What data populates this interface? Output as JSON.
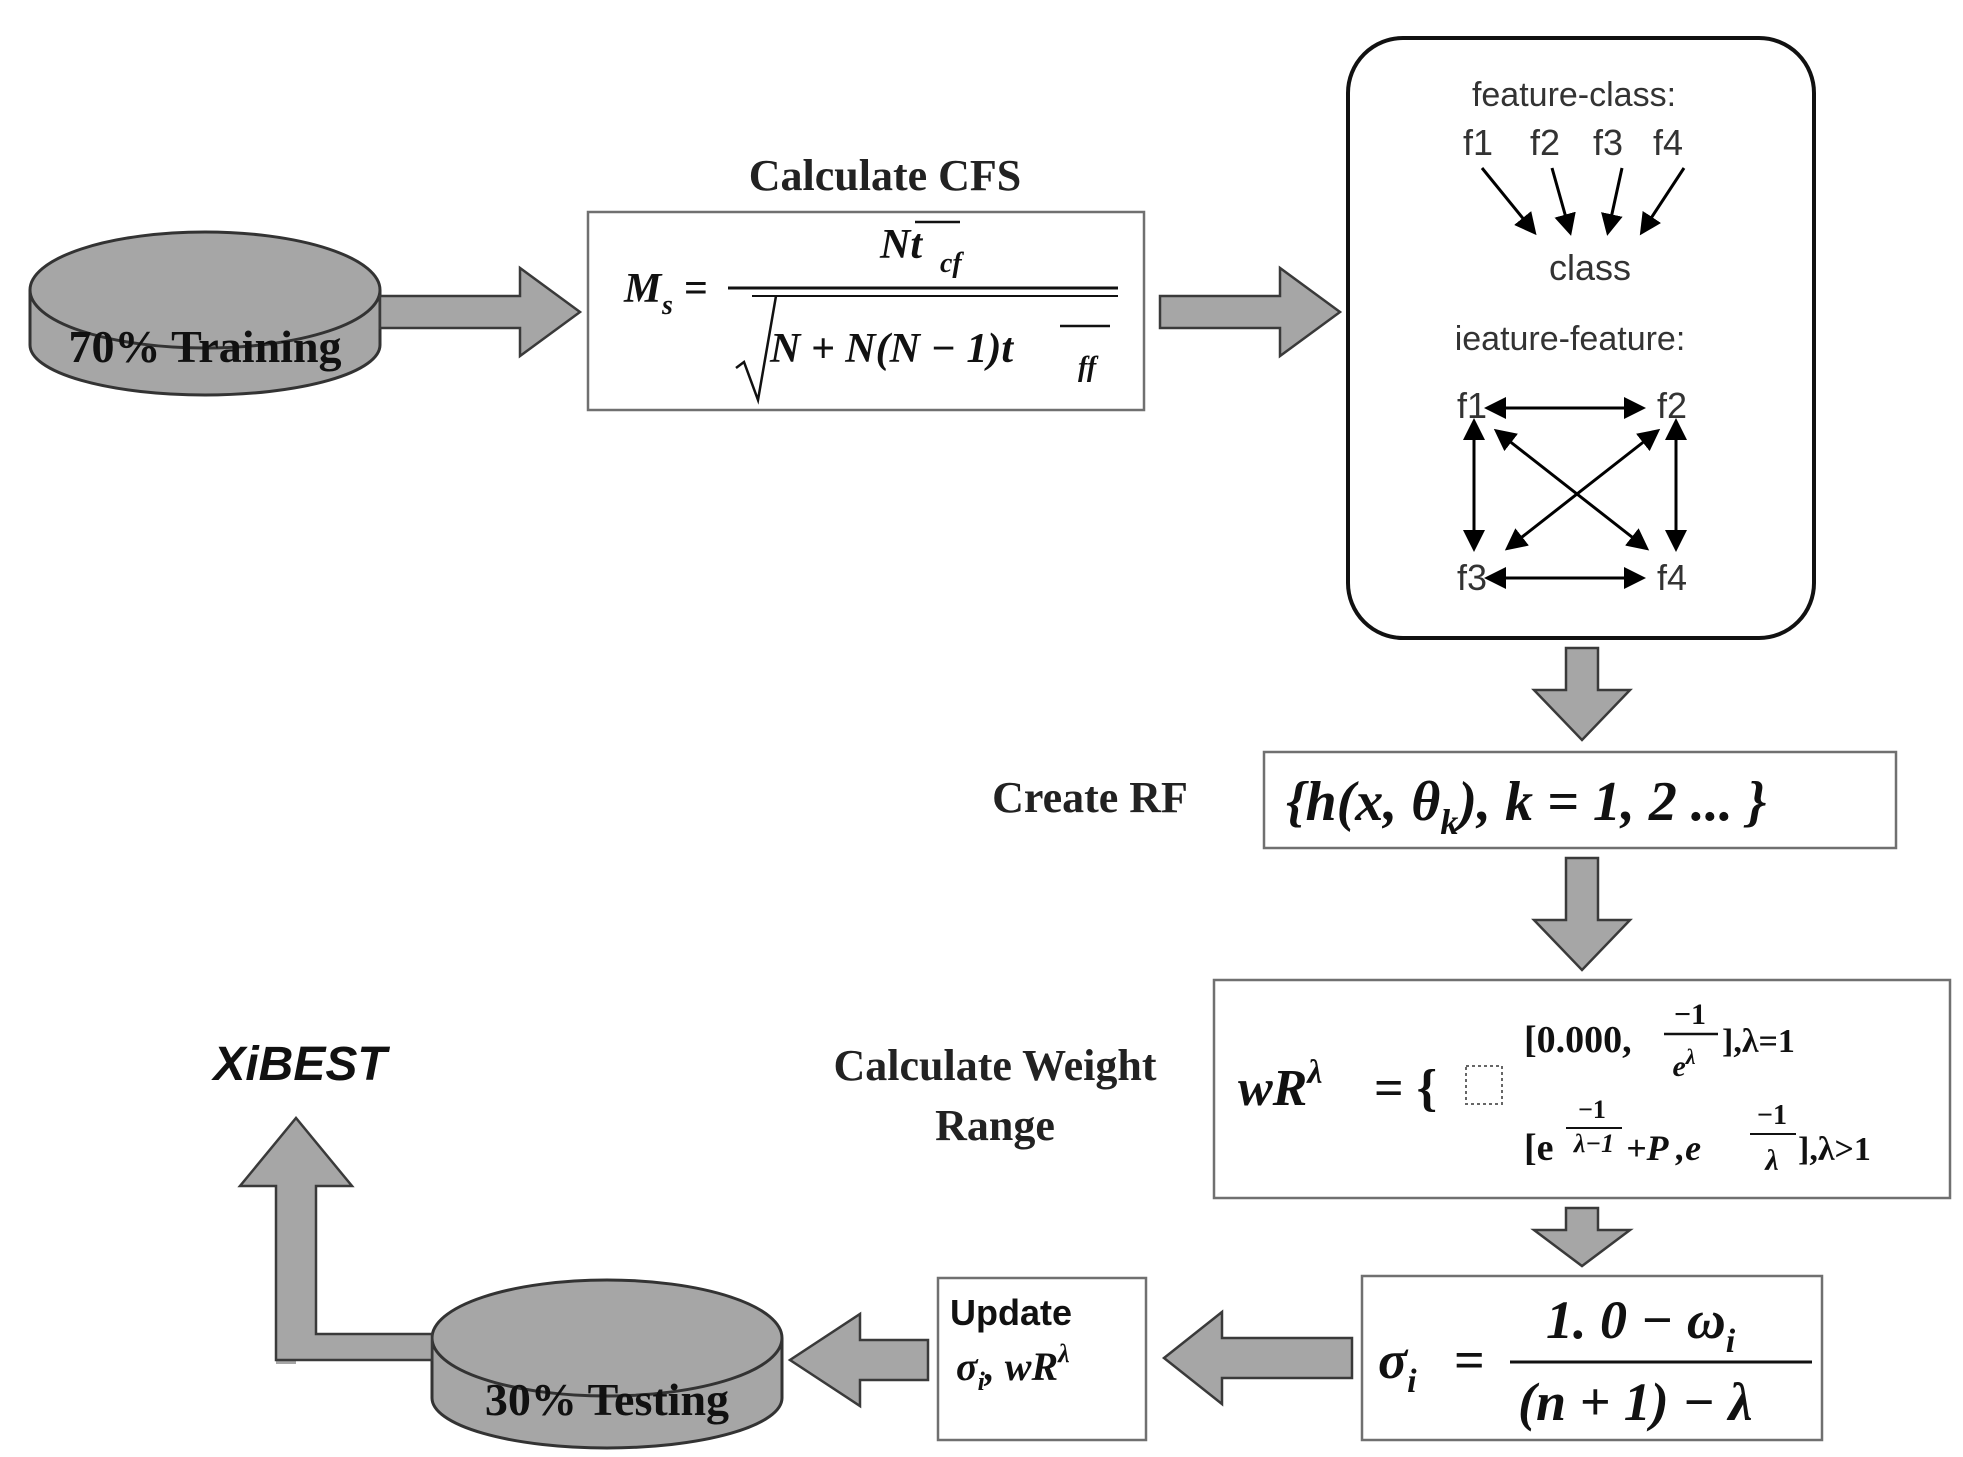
{
  "training": {
    "label": "70% Training"
  },
  "testing": {
    "label": "30% Testing"
  },
  "cfs": {
    "title": "Calculate CFS",
    "lhs": "M",
    "lhs_sub": "s",
    "eq": "=",
    "num": "Nt",
    "num_sub": "cf",
    "den": "N + N(N − 1)t",
    "den_sub": "ff"
  },
  "relations": {
    "feature_class_title": "feature-class:",
    "features": [
      "f1",
      "f2",
      "f3",
      "f4"
    ],
    "class_label": "class",
    "feature_feature_title": "ieature-feature:"
  },
  "rf": {
    "label": "Create RF",
    "formula": "{h(x, θ",
    "formula_sub": "k",
    "formula_tail": "), k = 1, 2 ... }"
  },
  "weight": {
    "label_line1": "Calculate Weight",
    "label_line2": "Range",
    "lhs": "wR",
    "lhs_sup": "λ",
    "eq": "= {",
    "case1_open": "[0.000,",
    "case1_frac_num": "−1",
    "case1_frac_den": "e",
    "case1_frac_den_sup": "λ",
    "case1_cond": "],λ=1",
    "case2_base": "[e",
    "case2_exp_num": "−1",
    "case2_exp_den": "λ−1",
    "case2_mid": "+P ,e",
    "case2_exp2_num": "−1",
    "case2_exp2_den": "λ",
    "case2_cond": "],λ>1"
  },
  "sigma": {
    "lhs": "σ",
    "lhs_sub": "i",
    "eq": "=",
    "num": "1. 0 − ω",
    "num_sub": "i",
    "den": "(n + 1) − λ"
  },
  "update": {
    "line1": "Update",
    "line2": "σ",
    "line2_sub": "i",
    "line2_tail": ", wR",
    "line2_sup": "λ"
  },
  "output": {
    "label": "XiBEST"
  }
}
